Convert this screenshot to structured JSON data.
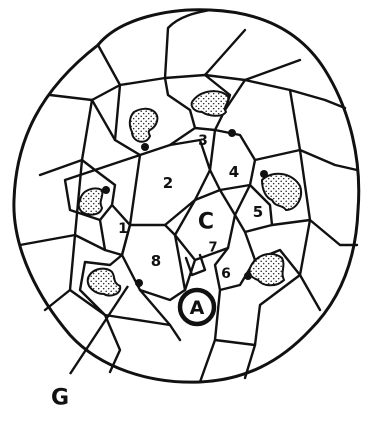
{
  "figure": {
    "cell_labels": {
      "c1": "1",
      "c2": "2",
      "c3": "3",
      "c4": "4",
      "c5": "5",
      "c6": "6",
      "c7": "7",
      "c8": "8",
      "central": "C",
      "a": "A",
      "g": "G"
    },
    "stroke_color": "#111111",
    "background": "#ffffff"
  }
}
